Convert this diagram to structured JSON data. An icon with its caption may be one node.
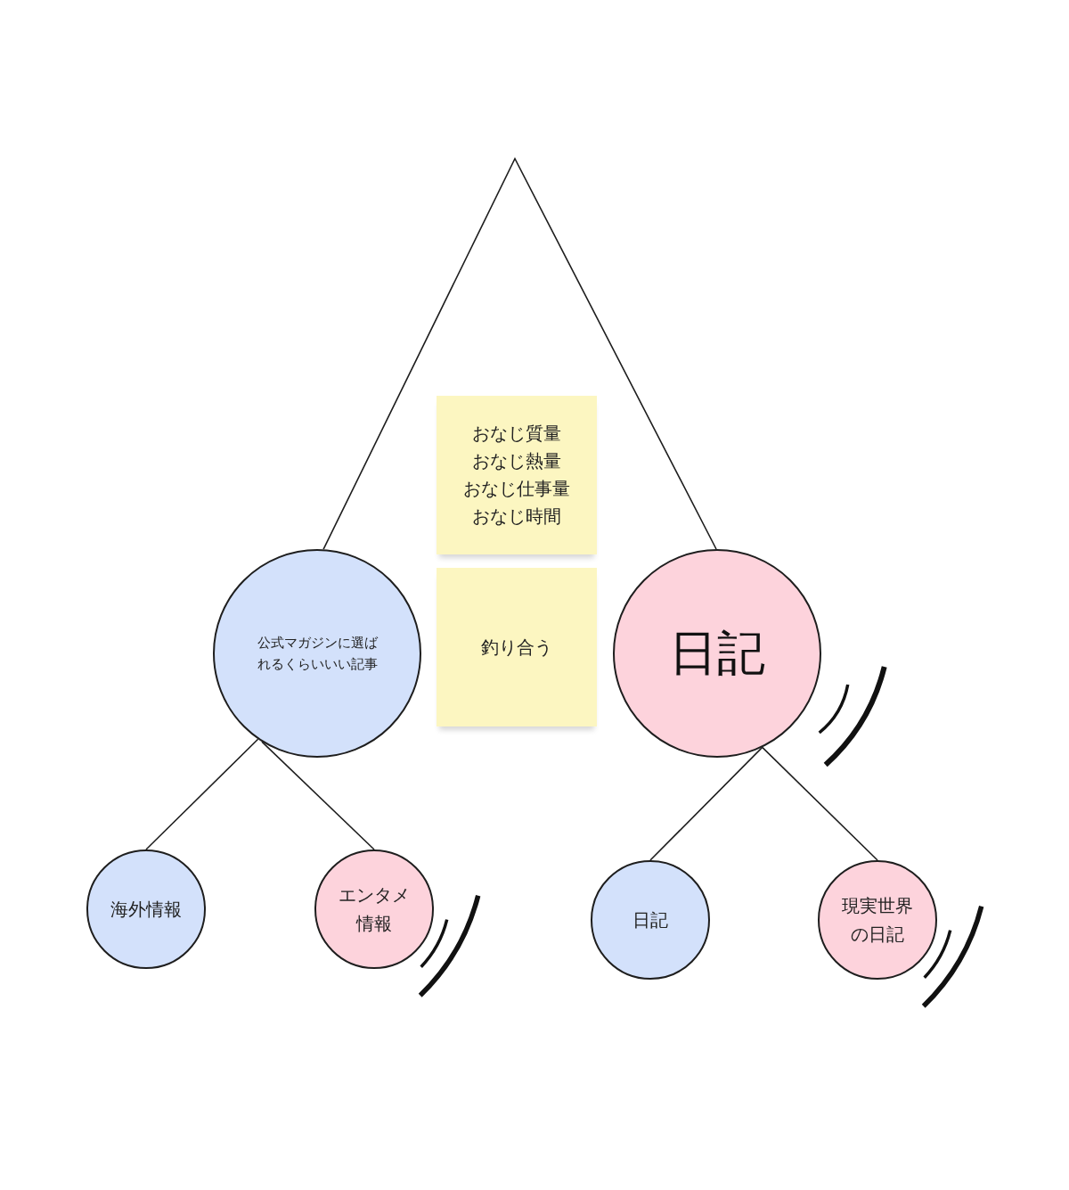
{
  "diagram": {
    "nodes": [
      {
        "text": [
          "おなじ質量",
          "おなじ熱量",
          "おなじ仕事量",
          "おなじ時間"
        ]
      },
      {
        "text": [
          "公式マガジンに選ばれるくらいいい記事"
        ]
      },
      {
        "text": [
          "釣り合う"
        ]
      },
      {
        "text": [
          "日記"
        ]
      },
      {
        "text": [
          "海外情報"
        ]
      },
      {
        "text": [
          "エンタメ情報"
        ]
      },
      {
        "text": [
          "日記"
        ]
      },
      {
        "text": [
          "現実世界の日記"
        ]
      }
    ],
    "edges": [
      {
        "from": 1,
        "to": 3,
        "arrow": "none"
      },
      {
        "from": 1,
        "to": 4,
        "arrow": "none"
      },
      {
        "from": 1,
        "to": 5,
        "arrow": "none"
      },
      {
        "from": 3,
        "to": 6,
        "arrow": "none"
      },
      {
        "from": 3,
        "to": 7,
        "arrow": "none"
      }
    ]
  }
}
